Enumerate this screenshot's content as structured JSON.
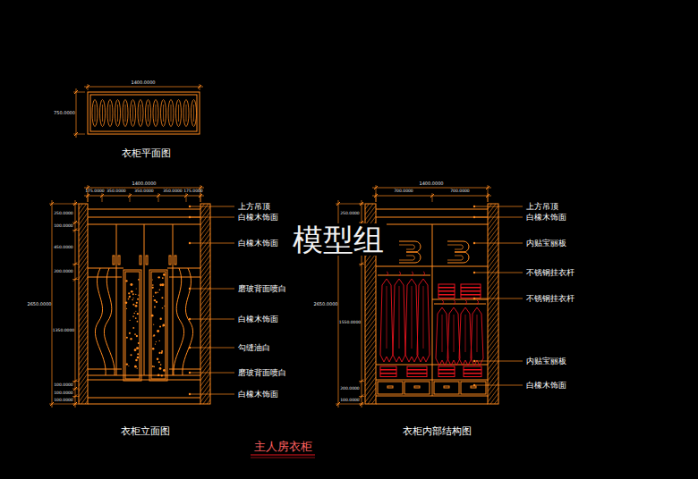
{
  "diagram": {
    "title": "主人房衣柜",
    "labels": [
      "1400.0000",
      "750.0000",
      "衣柜平面图",
      "1400.0000",
      "175.0000",
      "350.0000",
      "350.0000",
      "350.0000",
      "175.0000",
      "250.0000",
      "100.0000",
      "450.0000",
      "200.0000",
      "1350.0000",
      "100.0000",
      "100.0000",
      "100.0000",
      "2650.0000",
      "上方吊顶",
      "白橡木饰面",
      "白橡木饰面",
      "磨玻背面喷白",
      "白橡木饰面",
      "勾缝油白",
      "磨玻背面喷白",
      "白橡木饰面",
      "衣柜立面图",
      "1400.0000",
      "700.0000",
      "700.0000",
      "250.0000",
      "100.0000",
      "450.0000",
      "1550.0000",
      "200.0000",
      "100.0000",
      "2650.0000",
      "上方吊顶",
      "白橡木饰面",
      "内贴宝丽板",
      "不锈钢挂衣杆",
      "不锈钢挂衣杆",
      "内贴宝丽板",
      "白橡木饰面",
      "衣柜内部结构图",
      "模型组"
    ]
  }
}
